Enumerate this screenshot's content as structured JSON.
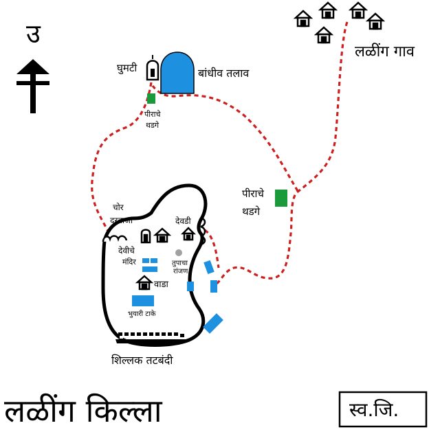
{
  "north_symbol": "उ",
  "title": "लळींग किल्ला",
  "signature": "स्व.जि.",
  "colors": {
    "trail": "#cc1f1f",
    "water": "#1e90e0",
    "tomb": "#1a9a3a",
    "outline": "#000000"
  },
  "labels": {
    "ghumati": "घुमटी",
    "reservoir": "बांधीव तलाव",
    "village": "लळींग गाव",
    "pir_top_1": "पीराचे",
    "pir_top_2": "थडगे",
    "pir_right_1": "पीराचे",
    "pir_right_2": "थडगे",
    "chor_1": "चोर",
    "chor_2": "दरवाजा",
    "devdi": "देवडी",
    "devi_1": "देवीचे",
    "devi_2": "मंदिर",
    "tulja_1": "तुपाचा",
    "tulja_2": "रांजण",
    "wada": "वाडा",
    "bhuyari": "भुयारी टाके",
    "shillak": "शिल्लक तटबंदी"
  }
}
